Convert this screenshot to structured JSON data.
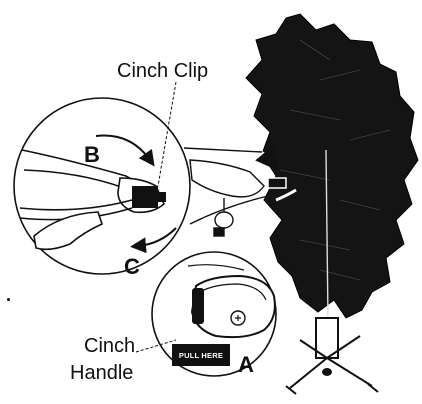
{
  "labels": {
    "cinch_clip": "Cinch Clip",
    "cinch_handle_line1": "Cinch",
    "cinch_handle_line2": "Handle",
    "pull_here": "PULL HERE"
  },
  "step_letters": {
    "a": "A",
    "b": "B",
    "c": "C"
  },
  "colors": {
    "ink": "#111111",
    "background": "#ffffff"
  }
}
